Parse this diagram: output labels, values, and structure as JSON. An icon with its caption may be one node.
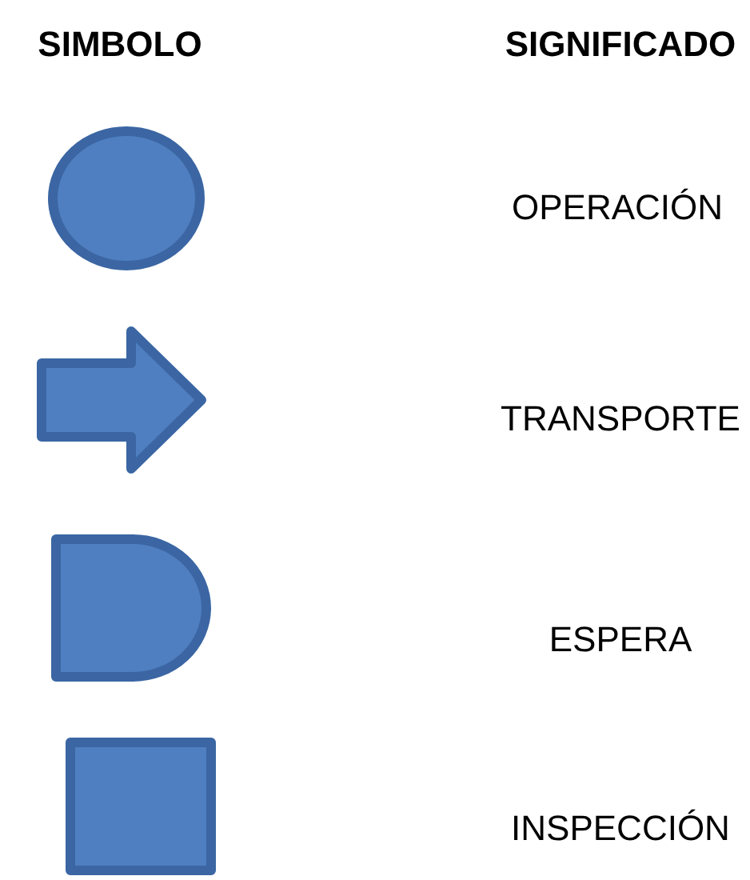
{
  "diagram": {
    "labels": [
      "SIMBOLO",
      "SIGNIFICADO",
      "OPERACIÓN",
      "TRANSPORTE",
      "ESPERA",
      "INSPECCIÓN"
    ]
  }
}
